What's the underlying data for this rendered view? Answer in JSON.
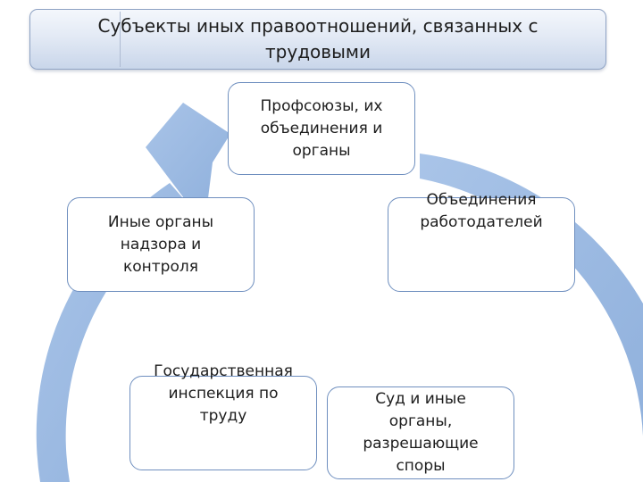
{
  "title": "Субъекты иных правоотношений, связанных с\nтрудовыми",
  "nodes": {
    "unions": "Профсоюзы, их\nобъединения и\nорганы",
    "employers": "Объединения\nработодателей",
    "other_supervision": "Иные органы\nнадзора и\nконтроля",
    "inspection": "Государственная\nинспекция по\nтруду",
    "courts": "Суд и иные\nорганы,\nразрешающие\nспоры"
  },
  "colors": {
    "arrow": "#9dbbe3",
    "node_border": "#6f8fbf",
    "title_border": "#8fa3c4"
  }
}
